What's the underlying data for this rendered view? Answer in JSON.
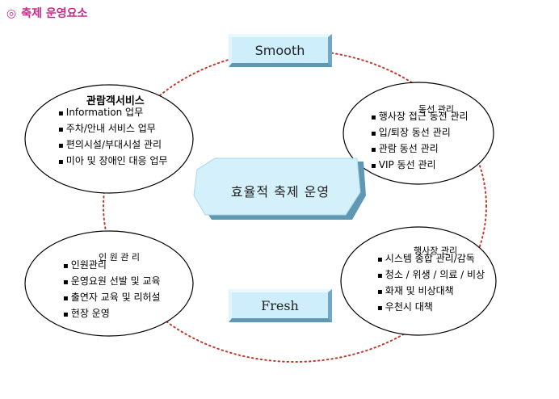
{
  "title": {
    "mark": "◎",
    "text": "축제 운영요소"
  },
  "top_box": "Smooth",
  "bottom_box": "Fresh",
  "center": "효율적 축제 운영",
  "ovals": [
    {
      "title": "관람객서비스",
      "items": [
        "Information  업무",
        "주차/안내 서비스 업무",
        "편의시설/부대시설 관리",
        "미아 및 장애인 대응 업무"
      ]
    },
    {
      "title": "동선 관리",
      "items": [
        "행사장 접근 동선 관리",
        "입/퇴장 동선 관리",
        "관람 동선 관리",
        "VIP 동선 관리"
      ]
    },
    {
      "title": "인 원 관 리",
      "items": [
        "인원관리",
        "운영요원 선발 및 교육",
        "출연자 교육 및 리허설",
        "현장 운영"
      ]
    },
    {
      "title": "행사장 관리",
      "items": [
        "시스템 종합 관리/감독",
        "청소 / 위생 / 의료 / 비상",
        "화재 및 비상대책",
        "우천시 대책"
      ]
    }
  ],
  "colors": {
    "title": "#cc2a86",
    "dotted_circle": "#c0392b",
    "box_fill": "#cfeefb"
  }
}
